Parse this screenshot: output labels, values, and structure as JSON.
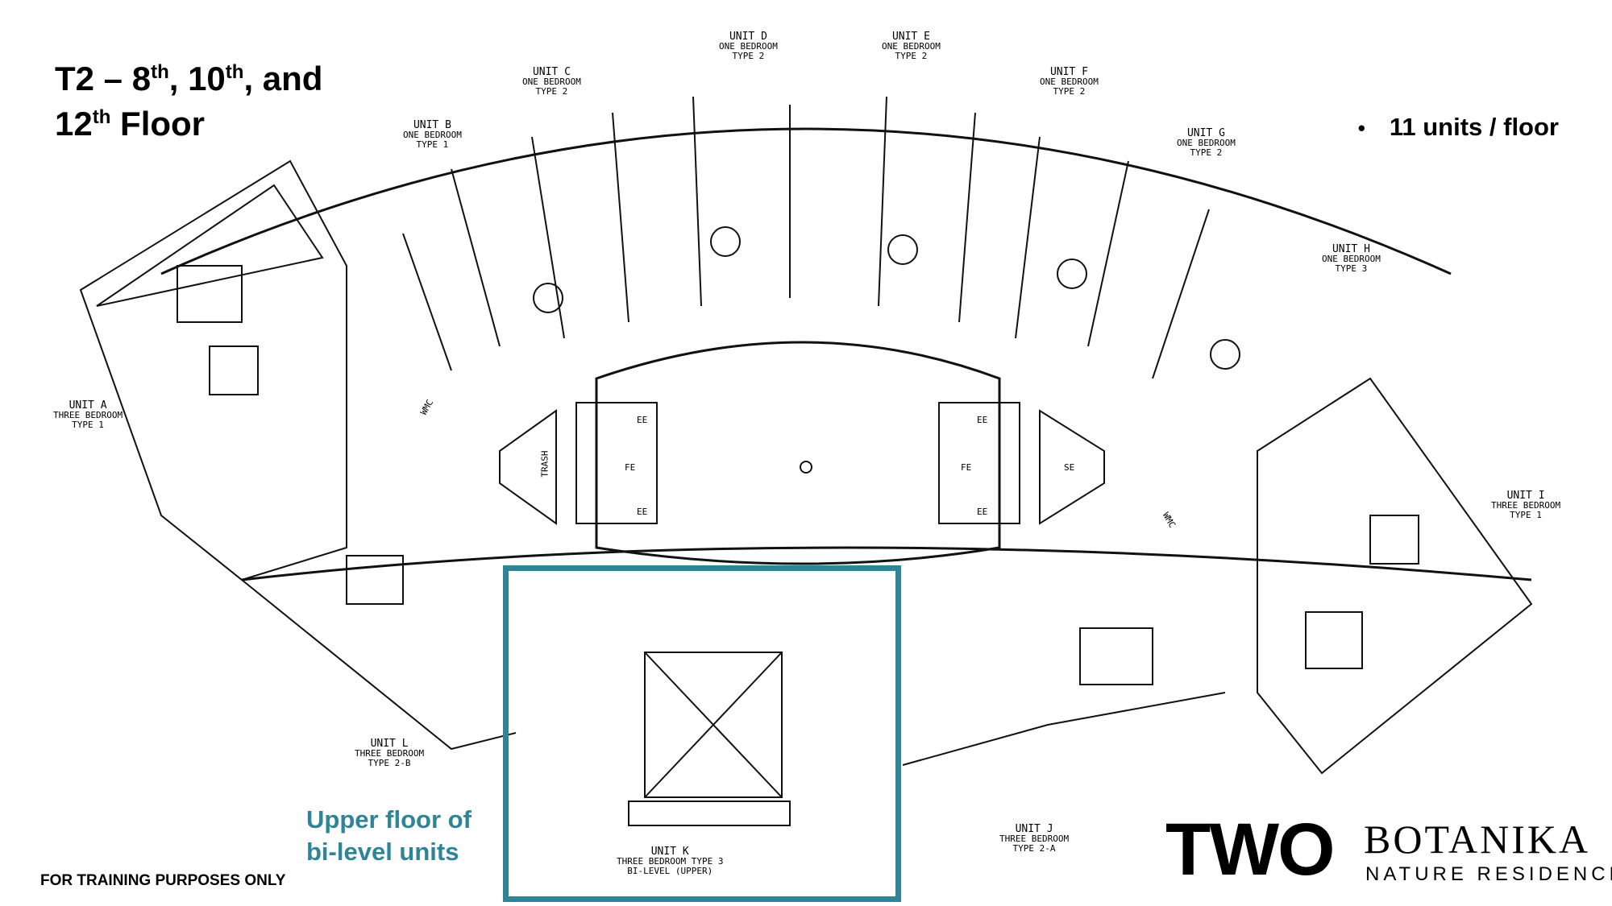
{
  "header": {
    "title_line1_prefix": "T2 – 8",
    "title_sup1": "th",
    "title_mid1": ", 10",
    "title_sup2": "th",
    "title_mid2": ", and",
    "title_line2_prefix": "12",
    "title_sup3": "th",
    "title_line2_suffix": " Floor"
  },
  "units_per_floor": "11 units / floor",
  "unit_labels": {
    "a": {
      "name": "UNIT A",
      "type": "THREE BEDROOM",
      "sub": "TYPE 1"
    },
    "b": {
      "name": "UNIT B",
      "type": "ONE BEDROOM",
      "sub": "TYPE 1"
    },
    "c": {
      "name": "UNIT C",
      "type": "ONE BEDROOM",
      "sub": "TYPE 2"
    },
    "d": {
      "name": "UNIT D",
      "type": "ONE BEDROOM",
      "sub": "TYPE 2"
    },
    "e": {
      "name": "UNIT E",
      "type": "ONE BEDROOM",
      "sub": "TYPE 2"
    },
    "f": {
      "name": "UNIT F",
      "type": "ONE BEDROOM",
      "sub": "TYPE 2"
    },
    "g": {
      "name": "UNIT G",
      "type": "ONE BEDROOM",
      "sub": "TYPE 2"
    },
    "h": {
      "name": "UNIT H",
      "type": "ONE BEDROOM",
      "sub": "TYPE 3"
    },
    "i": {
      "name": "UNIT I",
      "type": "THREE BEDROOM",
      "sub": "TYPE 1"
    },
    "j": {
      "name": "UNIT J",
      "type": "THREE BEDROOM",
      "sub": "TYPE 2-A"
    },
    "k": {
      "name": "UNIT K",
      "type": "THREE BEDROOM TYPE 3",
      "sub": "BI-LEVEL (UPPER)"
    },
    "l": {
      "name": "UNIT L",
      "type": "THREE BEDROOM",
      "sub": "TYPE 2-B"
    }
  },
  "core_labels": {
    "trash": "TRASH",
    "ee": "EE",
    "fe": "FE",
    "se": "SE",
    "wmc": "WMC"
  },
  "upper_note": {
    "line1": "Upper floor of",
    "line2": "bi-level units"
  },
  "disclaimer": "FOR TRAINING PURPOSES ONLY",
  "brand": {
    "mark": "TWO",
    "name": "BOTANIKA",
    "tagline": "NATURE RESIDENCES"
  },
  "colors": {
    "accent": "#2f8597",
    "line": "#111111"
  }
}
